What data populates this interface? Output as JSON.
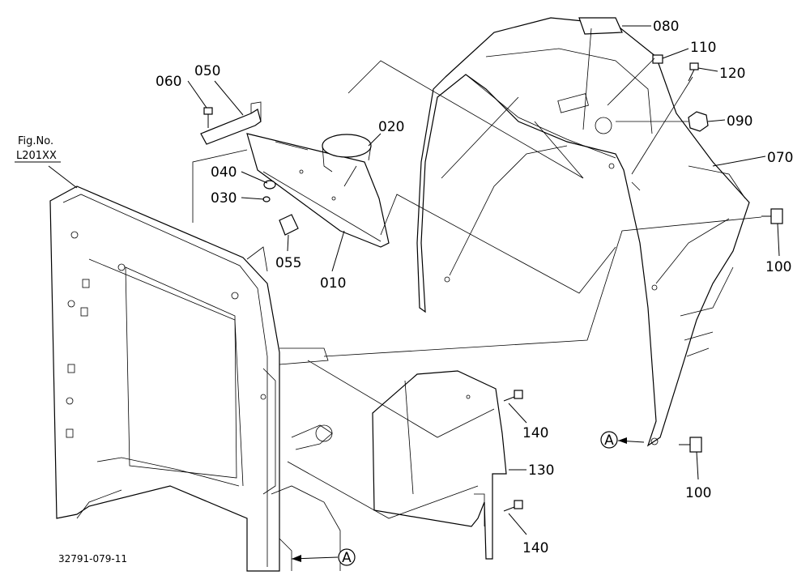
{
  "figure": {
    "ref_label": "Fig.No.",
    "ref_code": "L201XX",
    "drawing_number": "32791-079-11"
  },
  "callouts": {
    "p010": "010",
    "p020": "020",
    "p030": "030",
    "p040": "040",
    "p050": "050",
    "p055": "055",
    "p060": "060",
    "p070": "070",
    "p080": "080",
    "p090": "090",
    "p100a": "100",
    "p100b": "100",
    "p110": "110",
    "p120": "120",
    "p130": "130",
    "p140a": "140",
    "p140b": "140"
  },
  "markers": {
    "view_a_upper": "A",
    "view_a_lower": "A"
  }
}
